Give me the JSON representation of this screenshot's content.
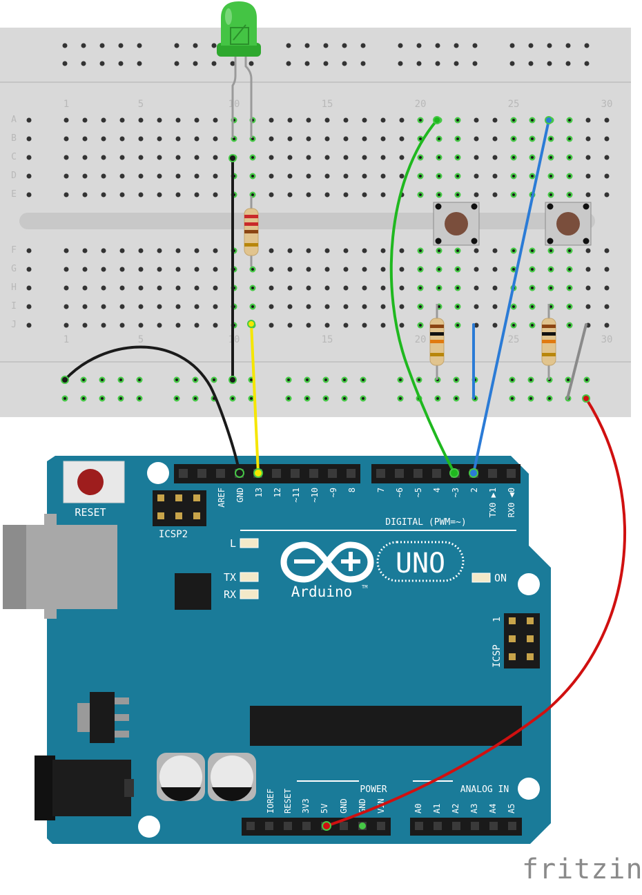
{
  "breadboard": {
    "column_numbers": [
      "1",
      "5",
      "10",
      "15",
      "20",
      "25",
      "30"
    ],
    "row_letters_top": [
      "A",
      "B",
      "C",
      "D",
      "E"
    ],
    "row_letters_bottom": [
      "F",
      "G",
      "H",
      "I",
      "J"
    ]
  },
  "arduino": {
    "reset_label": "RESET",
    "icsp2_label": "ICSP2",
    "icsp_label": "ICSP",
    "icsp_pin1": "1",
    "digital_label": "DIGITAL (PWM=~)",
    "digital_pins_left": [
      "AREF",
      "GND",
      "13",
      "12",
      "~11",
      "~10",
      "~9",
      "8"
    ],
    "digital_pins_right": [
      "7",
      "~6",
      "~5",
      "4",
      "~3",
      "2",
      "TX0 ▶1",
      "RX0 ◀0"
    ],
    "led_l": "L",
    "led_tx": "TX",
    "led_rx": "RX",
    "led_on": "ON",
    "brand_uno": "UNO",
    "brand_arduino": "Arduino",
    "tm": "TM",
    "power_label": "POWER",
    "analog_label": "ANALOG IN",
    "power_pins": [
      "IOREF",
      "RESET",
      "3V3",
      "5V",
      "GND",
      "GND",
      "VIN"
    ],
    "analog_pins": [
      "A0",
      "A1",
      "A2",
      "A3",
      "A4",
      "A5"
    ]
  },
  "footer": {
    "logo": "fritzing"
  },
  "colors": {
    "board": "#1a7b99",
    "breadboard": "#d9d9d9",
    "wire_black": "#1a1a1a",
    "wire_yellow": "#f5e600",
    "wire_green": "#1fb81f",
    "wire_blue": "#2b7bd6",
    "wire_red": "#d01010",
    "wire_gray": "#888888",
    "led": "#3ec23e"
  }
}
